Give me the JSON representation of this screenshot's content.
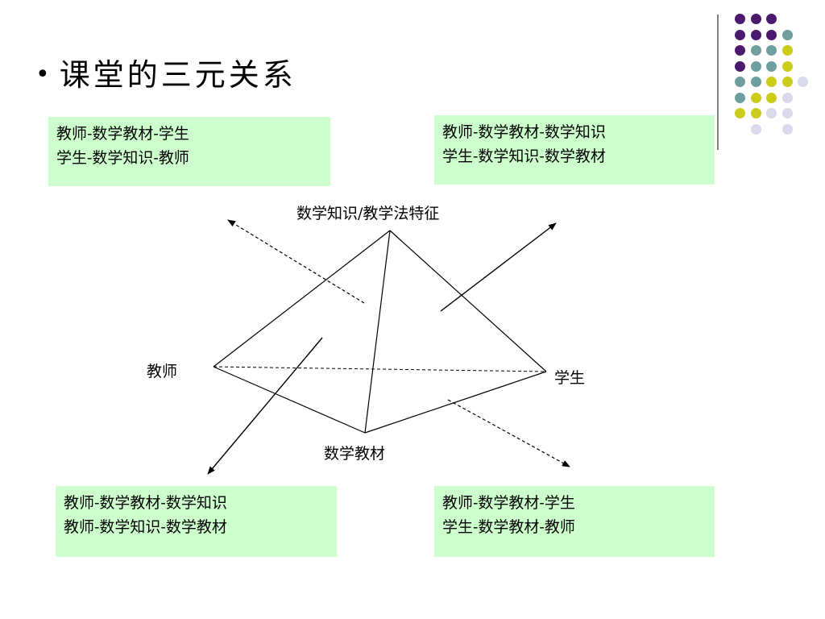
{
  "slide": {
    "title": "课堂的三元关系"
  },
  "boxes": {
    "top_left": {
      "line1": "教师-数学教材-学生",
      "line2": "学生-数学知识-教师"
    },
    "top_right": {
      "line1": "教师-数学教材-数学知识",
      "line2": "学生-数学知识-数学教材"
    },
    "bottom_left": {
      "line1": "教师-数学教材-数学知识",
      "line2": "教师-数学知识-数学教材"
    },
    "bottom_right": {
      "line1": "教师-数学教材-学生",
      "line2": "学生-数学教材-教师"
    }
  },
  "vertices": {
    "top": "数学知识/教学法特征",
    "teacher": "教师",
    "student": "学生",
    "bottom": "数学教材"
  },
  "colors": {
    "box_fill": "#ccffcc",
    "dot_purple": "#4b1a6e",
    "dot_teal": "#6f9e9e",
    "dot_yellow": "#cccc1a",
    "dot_lavender": "#d9d9eb",
    "divider": "#808080"
  },
  "decor_dots": [
    [
      "purple",
      "purple",
      "purple",
      "none"
    ],
    [
      "purple",
      "purple",
      "purple",
      "teal"
    ],
    [
      "purple",
      "teal",
      "teal",
      "yellow"
    ],
    [
      "purple",
      "teal",
      "teal",
      "yellow"
    ],
    [
      "teal",
      "teal",
      "yellow",
      "yellow",
      "lavender"
    ],
    [
      "teal",
      "yellow",
      "yellow",
      "lavender"
    ],
    [
      "yellow",
      "yellow",
      "lavender",
      "lavender"
    ],
    [
      "none",
      "lavender",
      "none",
      "lavender"
    ]
  ]
}
